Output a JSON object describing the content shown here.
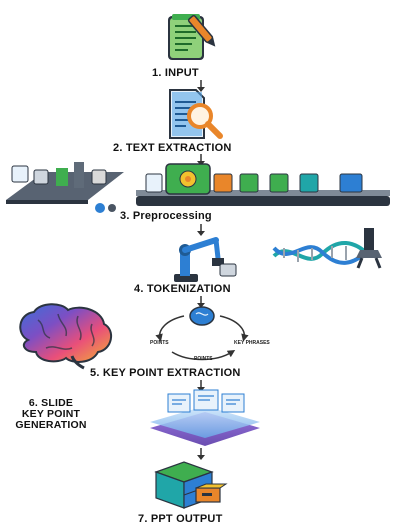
{
  "steps": [
    {
      "label": "1. INPUT",
      "icon": "notepad-pen-icon"
    },
    {
      "label": "2. TEXT EXTRACTION",
      "icon": "document-magnifier-icon"
    },
    {
      "label": "3. Preprocessing",
      "icon": "conveyor-belt-icon"
    },
    {
      "label": "4. TOKENIZATION",
      "icon": "robot-arm-icon"
    },
    {
      "label": "5. KEY POINT EXTRACTION",
      "icon": "brain-icon"
    },
    {
      "label_lines": [
        "6. SLIDE",
        "KEY POINT",
        "GENERATION"
      ],
      "icon": "layered-slides-icon"
    },
    {
      "label": "7. PPT OUTPUT",
      "icon": "filing-cabinet-icon"
    }
  ],
  "cycle_labels": [
    "POINTS",
    "KEY PHRASES",
    "POINTS"
  ],
  "colors": {
    "green": "#3fae4f",
    "blue": "#2d7fd3",
    "teal": "#20a6a8",
    "orange": "#e9862a",
    "purple": "#7c4fc4",
    "dark": "#2b3440",
    "arrow": "#333333"
  }
}
